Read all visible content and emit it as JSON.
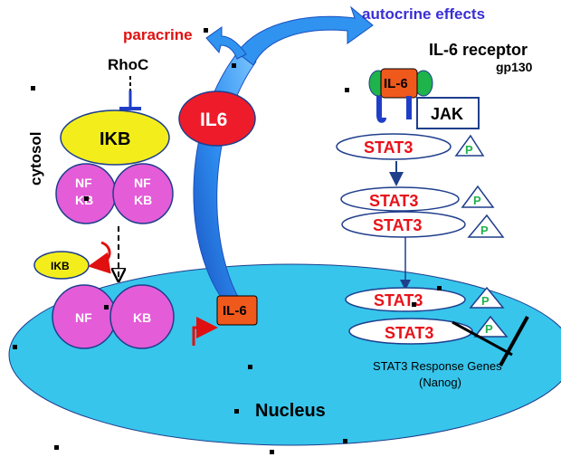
{
  "labels": {
    "paracrine": "paracrine",
    "autocrine": "autocrine effects",
    "il6_receptor": "IL-6 receptor",
    "gp130": "gp130",
    "rhoc": "RhoC",
    "cytosol": "cytosol",
    "ikb_large": "IKB",
    "nf_top": "NF",
    "kb_top": "KB",
    "nf_top2": "NF",
    "kb_top2": "KB",
    "ikb_small": "IKB",
    "il6_circle": "IL6",
    "il6_receptor_box": "IL-6",
    "jak": "JAK",
    "stat3_1": "STAT3",
    "stat3_2": "STAT3",
    "stat3_3": "STAT3",
    "stat3_4": "STAT3",
    "stat3_5": "STAT3",
    "p": "P",
    "nf_nucleus": "NF",
    "kb_nucleus": "KB",
    "il6_gene": "IL-6",
    "response_genes_line1": "STAT3 Response Genes",
    "response_genes_line2": "(Nanog)",
    "nucleus": "Nucleus"
  },
  "colors": {
    "nucleus_fill": "#37c5ec",
    "ikb_fill": "#f3ee1b",
    "nfkb_fill": "#e45cd8",
    "il6_red": "#ee1b2a",
    "il6_box": "#f0591c",
    "stat_text": "#e8121a",
    "p_green": "#22b24c",
    "receptor_green": "#1fb34b",
    "arrow_blue": "#1a73e8",
    "label_blue": "#3a2fd4",
    "label_red": "#e01010",
    "navy": "#1f3e8c"
  }
}
